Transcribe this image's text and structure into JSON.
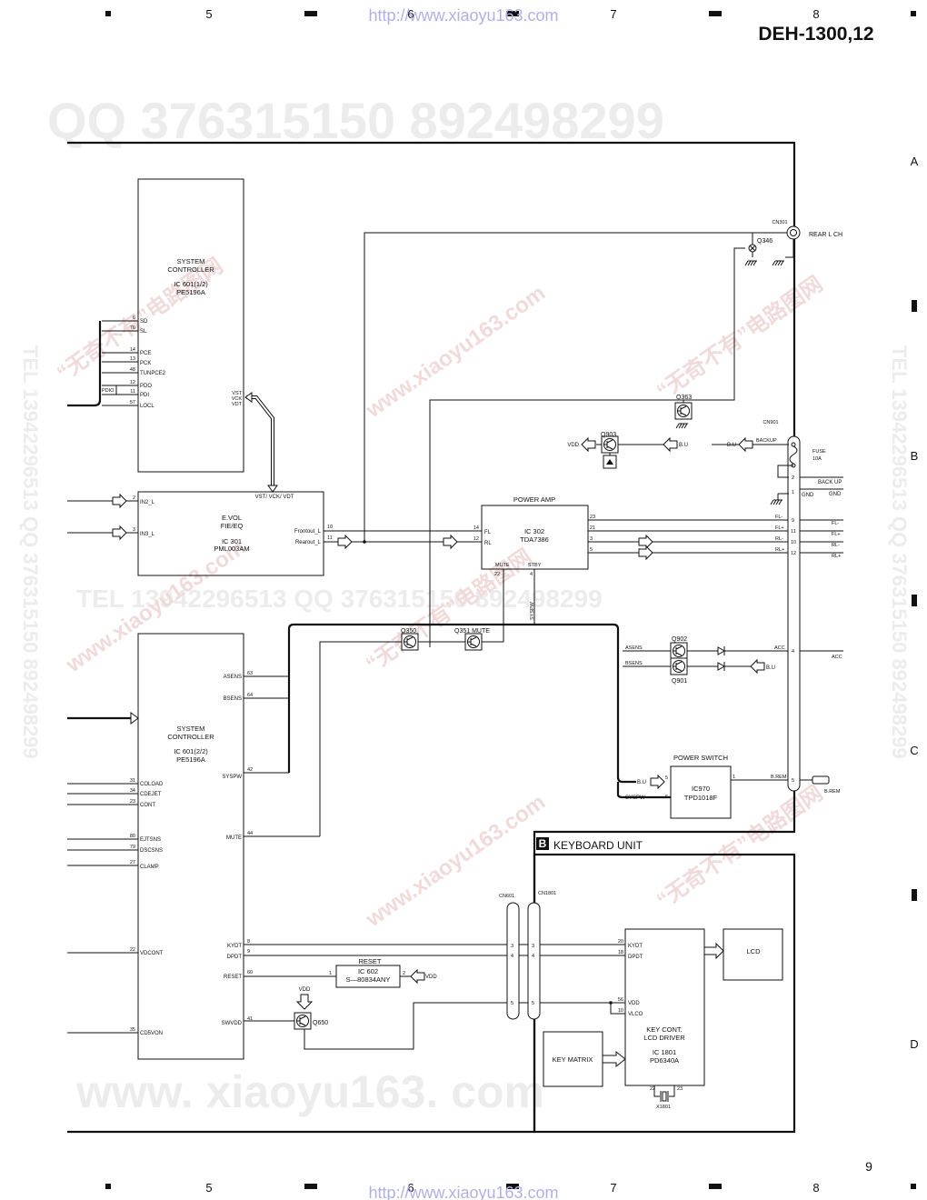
{
  "page": {
    "model": "DEH-1300,12",
    "page_number": "9",
    "header_url": "http://www.xiaoyu163.com",
    "footer_url": "http://www.xiaoyu163.com",
    "col_labels": [
      "5",
      "6",
      "7",
      "8"
    ],
    "row_labels": [
      "A",
      "B",
      "C",
      "D"
    ]
  },
  "watermarks": {
    "qq": "QQ 376315150   892498299",
    "tel": "TEL 13942296513   QQ 376315150  892498299",
    "mid": "TEL 13942296513       QQ 376315150  892498299",
    "side": "TEL 13942296513  QQ 376315150  892498299",
    "bottom": "www. xiaoyu163. com",
    "cn_stamp": "“无奇不有”电路图网",
    "cn_url": "www.xiaoyu163.com"
  },
  "blocks": {
    "ic601a": {
      "l1": "SYSTEM",
      "l2": "CONTROLLER",
      "l3": "IC 601(1/2)",
      "l4": "PE5196A"
    },
    "ic601b": {
      "l1": "SYSTEM",
      "l2": "CONTROLLER",
      "l3": "IC 601(2/2)",
      "l4": "PE5196A"
    },
    "ic301": {
      "l1": "E.VOL",
      "l2": "FIE/EQ",
      "l3": "IC 301",
      "l4": "PML003AM"
    },
    "ic302": {
      "title": "POWER AMP",
      "l1": "IC 302",
      "l2": "TDA7386"
    },
    "ic970": {
      "title": "POWER SWITCH",
      "l1": "IC970",
      "l2": "TPD1018F"
    },
    "ic602": {
      "title": "RESET",
      "l1": "IC 602",
      "l2": "S—80834ANY"
    },
    "ic1801": {
      "l1": "KEY CONT.",
      "l2": "LCD DRIVER",
      "l3": "IC 1801",
      "l4": "PD6340A"
    },
    "lcd": "LCD",
    "keymatrix": "KEY MATRIX",
    "keyboard_letter": "B",
    "keyboard_unit": "KEYBOARD UNIT"
  },
  "pins": {
    "ic601a": [
      {
        "num": "6",
        "name": "SD"
      },
      {
        "num": "76",
        "name": "SL"
      },
      {
        "num": "14",
        "name": "PCE"
      },
      {
        "num": "13",
        "name": "PCK"
      },
      {
        "num": "48",
        "name": "TUNPCE2"
      },
      {
        "num": "12",
        "name": "PDO"
      },
      {
        "num": "11",
        "name": "PDI"
      },
      {
        "num": "57",
        "name": "LOCL"
      }
    ],
    "ic601a_right": [
      "VST",
      "VCK",
      "VDT"
    ],
    "pdio": "PDIO",
    "ic601b_left": [
      {
        "num": "31",
        "name": "COLOAD"
      },
      {
        "num": "34",
        "name": "CDEJET"
      },
      {
        "num": "23",
        "name": "CONT"
      },
      {
        "num": "80",
        "name": "EJTSNS"
      },
      {
        "num": "79",
        "name": "DSCSNS"
      },
      {
        "num": "27",
        "name": "CLAMP"
      },
      {
        "num": "22",
        "name": "VDCONT"
      },
      {
        "num": "35",
        "name": "CD5VON"
      }
    ],
    "ic601b_right": [
      {
        "num": "63",
        "name": "ASENS"
      },
      {
        "num": "64",
        "name": "BSENS"
      },
      {
        "num": "42",
        "name": "SYSPW"
      },
      {
        "num": "44",
        "name": "MUTE"
      },
      {
        "num": "8",
        "name": "KYDT"
      },
      {
        "num": "9",
        "name": "DPDT"
      },
      {
        "num": "60",
        "name": "RESET"
      },
      {
        "num": "41",
        "name": "SWVDD"
      }
    ],
    "ic301": {
      "in2_num": "2",
      "in2": "IN2_L",
      "in3_num": "3",
      "in3": "IN3_L",
      "frontout": "Frontout_L",
      "frontout_num": "10",
      "rearout": "Rearout_L",
      "rearout_num": "11",
      "vbus": "VST/ VCK/ VDT"
    },
    "ic302": {
      "fl_num": "14",
      "fl": "FL",
      "rl_num": "12",
      "rl": "RL",
      "mute": "MUTE",
      "stby": "STBY",
      "mute_num": "22",
      "stby_num": "4",
      "out_nums": [
        "23",
        "21",
        "3",
        "5"
      ]
    },
    "ic970": {
      "in1": "B.U",
      "in1_num": "5",
      "in2": "SYSPW",
      "in2_num": "6",
      "out_num": "1",
      "out": "B.REM"
    },
    "ic602": {
      "in_num": "1",
      "out_num": "2",
      "vdd": "VDD"
    },
    "ic1801": [
      {
        "num": "20",
        "name": "KYDT"
      },
      {
        "num": "18",
        "name": "DPDT"
      },
      {
        "num": "56",
        "name": "VDD"
      },
      {
        "num": "10",
        "name": "VLCO"
      }
    ],
    "x1801": {
      "name": "X1801",
      "p1": "22",
      "p2": "23"
    }
  },
  "connectors": {
    "cn301": "CN301",
    "rear_l_ch": "REAR L CH",
    "cn901": "CN901",
    "cn601": "CN601",
    "cn1801": "CN1801",
    "cn601_pins": [
      "3",
      "4",
      "5"
    ],
    "cn1801_pins": [
      "3",
      "4",
      "5"
    ],
    "cn901_pins": [
      {
        "num": "2",
        "net": "BACK UP"
      },
      {
        "num": "1",
        "net": "GND"
      },
      {
        "num": "9",
        "net": "FL-"
      },
      {
        "num": "11",
        "net": "FL+"
      },
      {
        "num": "10",
        "net": "RL-"
      },
      {
        "num": "12",
        "net": "RL+"
      },
      {
        "num": "4",
        "net": "ACC"
      },
      {
        "num": "5",
        "net": "B.REM"
      }
    ],
    "cn901_inner": [
      "GND",
      "FL-",
      "FL+",
      "RL-",
      "RL+",
      "ACC",
      "B.REM"
    ],
    "backup": "BACKUP",
    "bu": "B.U",
    "fuse": "FUSE",
    "fuse_val": "10A"
  },
  "parts": {
    "q346": "Q346",
    "q363": "Q363",
    "q903": "Q903",
    "q350": "Q350",
    "q351": "Q351 MUTE",
    "q902": "Q902",
    "q901": "Q901",
    "q650": "Q650",
    "vdd": "VDD",
    "bu": "B.U",
    "syspw": "SYSPW",
    "asens": "ASENS",
    "bsens": "BSENS"
  }
}
